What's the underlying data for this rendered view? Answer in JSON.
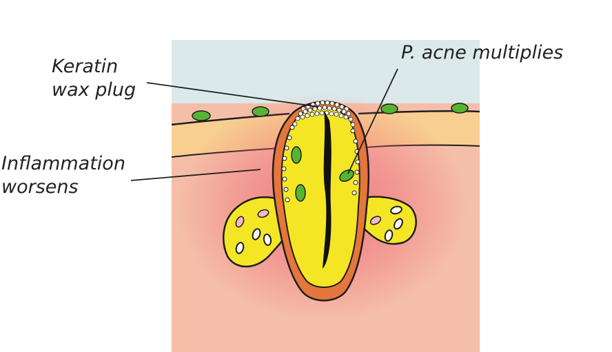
{
  "labels": {
    "keratin": [
      "Keratin",
      "wax plug"
    ],
    "inflammation": [
      "Inflammation",
      "worsens"
    ],
    "p_acne": "P. acne multiplies"
  },
  "colors": {
    "sky": "#dbe9ea",
    "epidermis": "#f8cf91",
    "dermis": "#f5bea8",
    "inflammation_glow": "#ee6b78",
    "follicle_wall": "#e5763c",
    "sebum": "#f5e625",
    "pore_channel": "#111111",
    "bacteria": "#55b532",
    "sebaceous_spot_pink": "#f4b9c9",
    "outline": "#1d1d1d"
  }
}
